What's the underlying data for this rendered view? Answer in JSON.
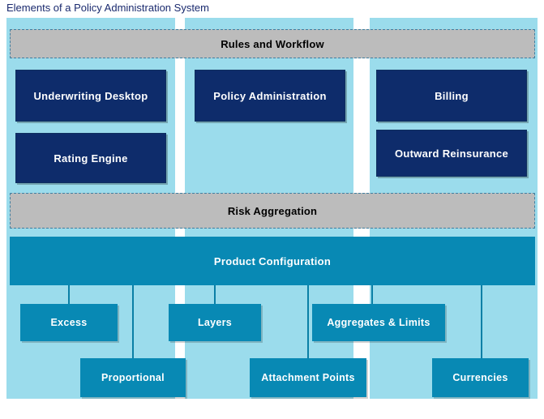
{
  "diagram": {
    "title": "Elements of a Policy Administration System",
    "colors": {
      "title_text": "#1a2a6e",
      "lane_background": "#9bdcec",
      "band_grey": "#bcbcbc",
      "band_border_dashed": "#3f7fa0",
      "navy_box": "#0e2c6b",
      "teal_box": "#0889b4",
      "connector": "#0a7fa6",
      "page_background": "#ffffff",
      "box_label": "#ffffff"
    },
    "lanes": [
      {
        "name": "left-lane"
      },
      {
        "name": "middle-lane"
      },
      {
        "name": "right-lane"
      }
    ],
    "bands": [
      {
        "id": "rules-and-workflow",
        "label": "Rules and Workflow"
      },
      {
        "id": "risk-aggregation",
        "label": "Risk Aggregation"
      }
    ],
    "application_boxes": [
      {
        "id": "underwriting-desktop",
        "label": "Underwriting Desktop",
        "lane": "left"
      },
      {
        "id": "rating-engine",
        "label": "Rating Engine",
        "lane": "left"
      },
      {
        "id": "policy-administration",
        "label": "Policy Administration",
        "lane": "middle"
      },
      {
        "id": "billing",
        "label": "Billing",
        "lane": "right"
      },
      {
        "id": "outward-reinsurance",
        "label": "Outward Reinsurance",
        "lane": "right"
      }
    ],
    "product_configuration": {
      "id": "product-configuration",
      "label": "Product Configuration"
    },
    "product_configuration_children": [
      {
        "id": "excess",
        "label": "Excess",
        "row": "top"
      },
      {
        "id": "layers",
        "label": "Layers",
        "row": "top"
      },
      {
        "id": "aggregates-limits",
        "label": "Aggregates & Limits",
        "row": "top"
      },
      {
        "id": "proportional",
        "label": "Proportional",
        "row": "bottom"
      },
      {
        "id": "attachment-points",
        "label": "Attachment Points",
        "row": "bottom"
      },
      {
        "id": "currencies",
        "label": "Currencies",
        "row": "bottom"
      }
    ]
  }
}
